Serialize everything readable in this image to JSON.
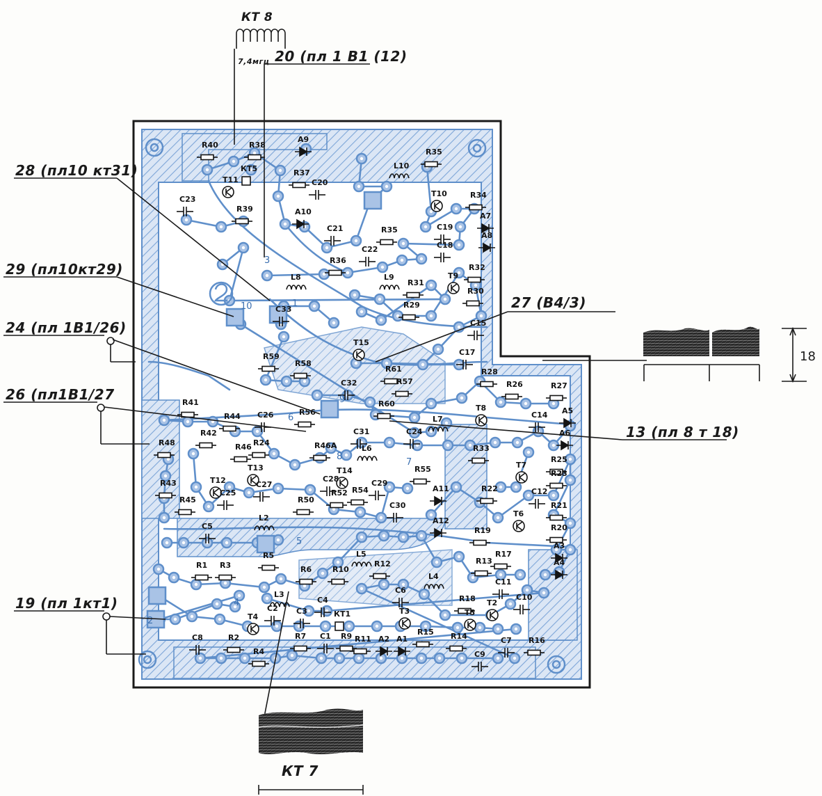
{
  "colors": {
    "board_outline": "#1a1a1a",
    "copper_blue": "#5f8fca",
    "copper_fill": "#a9c3e6",
    "hatch": "#7ea6d8",
    "ink": "#141414",
    "paper": "#fdfdfb"
  },
  "header": {
    "coil_label": "КТ 8",
    "coil_freq": "7,4мгц",
    "bottom_label": "КТ 7",
    "dimension": "18"
  },
  "callouts": [
    "20 (пл 1 В1 (12)",
    "28 (пл10 кт31)",
    "29 (пл10кт29)",
    "24 (пл 1В1/26)",
    "26 (пл1В1/27",
    "27 (В4/3)",
    "13 (пл 8 т 18)",
    "19 (пл 1кт1)"
  ],
  "pad_numbers": [
    "1",
    "2",
    "3",
    "4",
    "5",
    "6",
    "7",
    "8",
    "9",
    "10"
  ],
  "components": [
    "R40",
    "R38",
    "КТ5",
    "Т11",
    "R39",
    "С23",
    "А9",
    "R37",
    "С20",
    "А10",
    "L10",
    "R35",
    "Т10",
    "R34",
    "А7",
    "А8",
    "С21",
    "R35",
    "С22",
    "С19",
    "С18",
    "R36",
    "L8",
    "L9",
    "R31",
    "R29",
    "Т9",
    "R30",
    "R32",
    "С33",
    "С15",
    "Т15",
    "С17",
    "R59",
    "R58",
    "R61",
    "С32",
    "R57",
    "R28",
    "R26",
    "R27",
    "R60",
    "L7",
    "Т8",
    "С14",
    "А5",
    "А6",
    "R41",
    "R44",
    "R42",
    "С26",
    "R56",
    "С31",
    "С24",
    "R48",
    "R46А",
    "R46",
    "R24",
    "R33",
    "L6",
    "Т7",
    "R25",
    "R23",
    "Т13",
    "Т12",
    "Т14",
    "R55",
    "R43",
    "С27",
    "С28",
    "С29",
    "R45",
    "С25",
    "R50",
    "R52",
    "R54",
    "А11",
    "С30",
    "R22",
    "С12",
    "R21",
    "Т6",
    "R20",
    "А12",
    "С5",
    "L2",
    "R19",
    "А3",
    "А4",
    "R5",
    "R13",
    "R12",
    "L5",
    "L4",
    "R17",
    "С11",
    "L3",
    "R1",
    "R3",
    "R6",
    "R10",
    "С6",
    "R18",
    "С10",
    "С2",
    "С3",
    "С4",
    "КТ1",
    "Т3",
    "Т4",
    "Т2",
    "Т5",
    "С8",
    "R2",
    "R4",
    "R7",
    "С1",
    "R9",
    "R11",
    "А2",
    "А1",
    "R15",
    "R14",
    "С9",
    "С7",
    "R16",
    "R18"
  ]
}
